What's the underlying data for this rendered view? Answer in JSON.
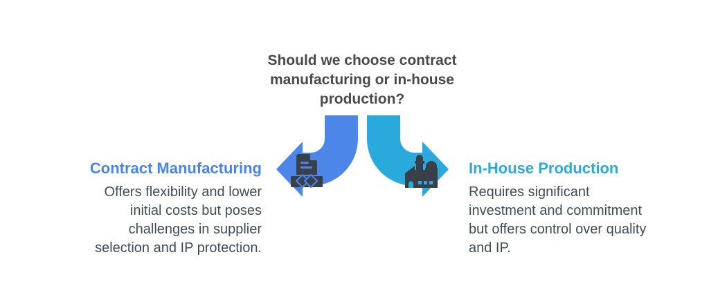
{
  "question": {
    "text": "Should we choose contract manufacturing or in-house production?",
    "lines": [
      "Should we choose contract",
      "manufacturing or in-house",
      "production?"
    ]
  },
  "left_option": {
    "heading": "Contract Manufacturing",
    "description": "Offers flexibility and lower initial costs but poses challenges in supplier selection and IP protection.",
    "lines": [
      "Offers flexibility and lower",
      "initial costs but poses",
      "challenges in supplier",
      "selection and IP protection."
    ],
    "icon": "contract-document-handshake-icon",
    "arrow_direction": "left"
  },
  "right_option": {
    "heading": "In-House Production",
    "description": "Requires significant investment and commitment but offers control over quality and IP.",
    "lines": [
      "Requires significant",
      "investment and commitment",
      "but offers control over quality",
      "and IP."
    ],
    "icon": "factory-icon",
    "arrow_direction": "right"
  },
  "colors": {
    "background": "#ffffff",
    "title_text": "#4a4a4a",
    "body_text": "#414c57",
    "left_accent": "#4c86e8",
    "left_heading": "#4785ec",
    "right_accent": "#29a9dc",
    "right_heading": "#29a9dc",
    "icon_dark": "#394049"
  }
}
